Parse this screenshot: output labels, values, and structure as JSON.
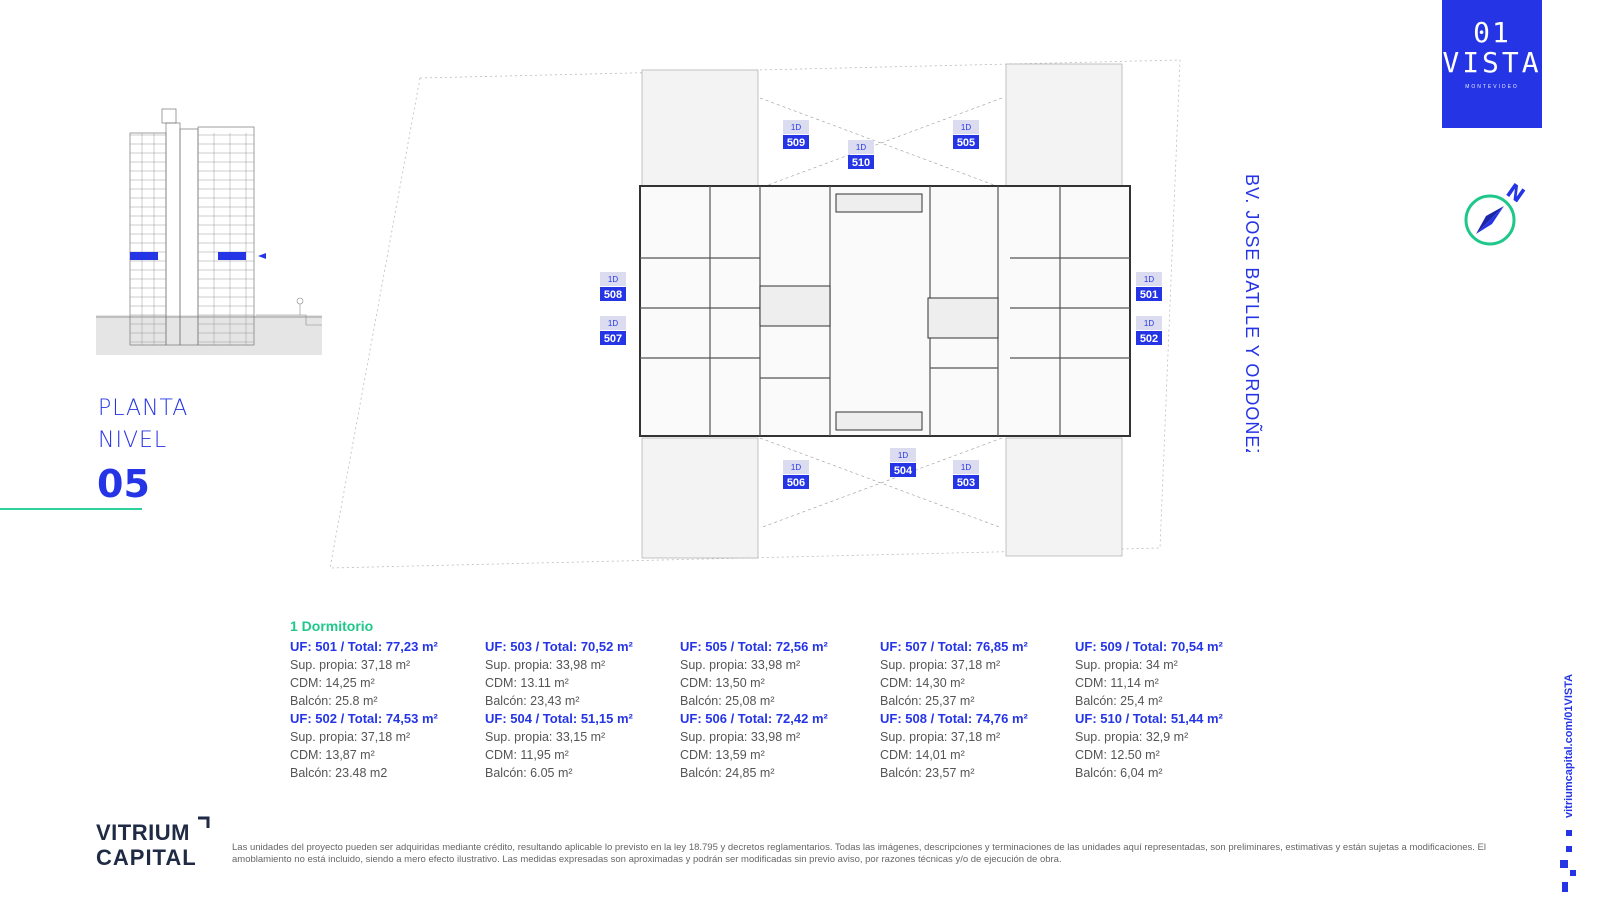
{
  "title": {
    "line1": "PLANTA",
    "line2": "NIVEL",
    "level": "05"
  },
  "logo": {
    "number": "01",
    "name": "VISTA",
    "sub": "MONTEVIDEO"
  },
  "compass": {
    "label": "N"
  },
  "street": "BV. JOSE BATLLE Y ORDOÑEZ",
  "plan_labels": [
    {
      "type": "1D",
      "unit": "509"
    },
    {
      "type": "1D",
      "unit": "505"
    },
    {
      "type": "1D",
      "unit": "510"
    },
    {
      "type": "1D",
      "unit": "508"
    },
    {
      "type": "1D",
      "unit": "507"
    },
    {
      "type": "1D",
      "unit": "501"
    },
    {
      "type": "1D",
      "unit": "502"
    },
    {
      "type": "1D",
      "unit": "506"
    },
    {
      "type": "1D",
      "unit": "504"
    },
    {
      "type": "1D",
      "unit": "503"
    }
  ],
  "section_title": "1 Dormitorio",
  "units": [
    {
      "uf": "UF: 501 / Total: 77,23 m²",
      "sup": "Sup. propia: 37,18 m²",
      "cdm": "CDM: 14,25 m²",
      "balcon": "Balcón: 25.8 m²"
    },
    {
      "uf": "UF: 502 / Total: 74,53 m²",
      "sup": "Sup. propia: 37,18 m²",
      "cdm": "CDM: 13,87 m²",
      "balcon": "Balcón: 23.48 m2"
    },
    {
      "uf": "UF: 503 / Total: 70,52 m²",
      "sup": "Sup. propia: 33,98 m²",
      "cdm": "CDM: 13.11 m²",
      "balcon": "Balcón: 23,43 m²"
    },
    {
      "uf": "UF: 504 / Total: 51,15 m²",
      "sup": "Sup. propia: 33,15 m²",
      "cdm": "CDM: 11,95 m²",
      "balcon": "Balcón: 6.05 m²"
    },
    {
      "uf": "UF: 505 / Total: 72,56 m²",
      "sup": "Sup. propia: 33,98 m²",
      "cdm": "CDM: 13,50 m²",
      "balcon": "Balcón: 25,08 m²"
    },
    {
      "uf": "UF: 506 / Total: 72,42 m²",
      "sup": "Sup. propia: 33,98 m²",
      "cdm": "CDM: 13,59 m²",
      "balcon": "Balcón: 24,85 m²"
    },
    {
      "uf": "UF: 507 / Total: 76,85 m²",
      "sup": "Sup. propia: 37,18 m²",
      "cdm": "CDM: 14,30 m²",
      "balcon": "Balcón: 25,37 m²"
    },
    {
      "uf": "UF: 508 / Total: 74,76 m²",
      "sup": "Sup. propia: 37,18 m²",
      "cdm": "CDM: 14,01 m²",
      "balcon": "Balcón: 23,57 m²"
    },
    {
      "uf": "UF: 509 / Total: 70,54 m²",
      "sup": "Sup. propia: 34 m²",
      "cdm": "CDM: 11,14 m²",
      "balcon": "Balcón: 25,4 m²"
    },
    {
      "uf": "UF: 510 / Total: 51,44 m²",
      "sup": "Sup. propia: 32,9 m²",
      "cdm": "CDM: 12.50 m²",
      "balcon": "Balcón: 6,04 m²"
    }
  ],
  "brand": {
    "line1": "VITRIUM",
    "line2": "CAPITAL"
  },
  "disclaimer": "Las unidades del proyecto pueden ser adquiridas mediante crédito, resultando aplicable lo previsto en la ley 18.795 y decretos reglamentarios. Todas las imágenes, descripciones y terminaciones de las unidades aquí representadas, son preliminares, estimativas y están sujetas a modificaciones. El amoblamiento no está incluido, siendo a mero efecto ilustrativo. Las medidas expresadas son aproximadas y podrán ser modificadas sin previo aviso, por razones técnicas y/o de ejecución de obra.",
  "side_url": "vitriumcapital.com/01VISTA",
  "colors": {
    "accent": "#2535e6",
    "green": "#1fc88a",
    "dark": "#1f2a44"
  }
}
